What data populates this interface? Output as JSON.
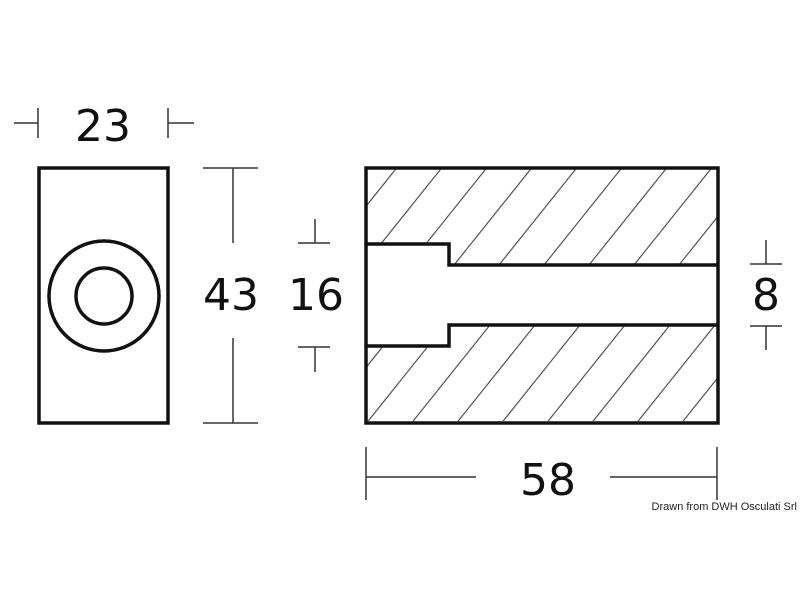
{
  "drawing": {
    "type": "technical-drawing",
    "units": "mm",
    "colors": {
      "outline": "#111111",
      "hatch": "#555555",
      "dimension": "#333333",
      "background": "#ffffff"
    },
    "front_view": {
      "width_label": "23",
      "height_label": "43"
    },
    "section_view": {
      "counterbore_label": "16",
      "bore_label": "8",
      "length_label": "58"
    },
    "credit": "Drawn from DWH Osculati Srl"
  }
}
